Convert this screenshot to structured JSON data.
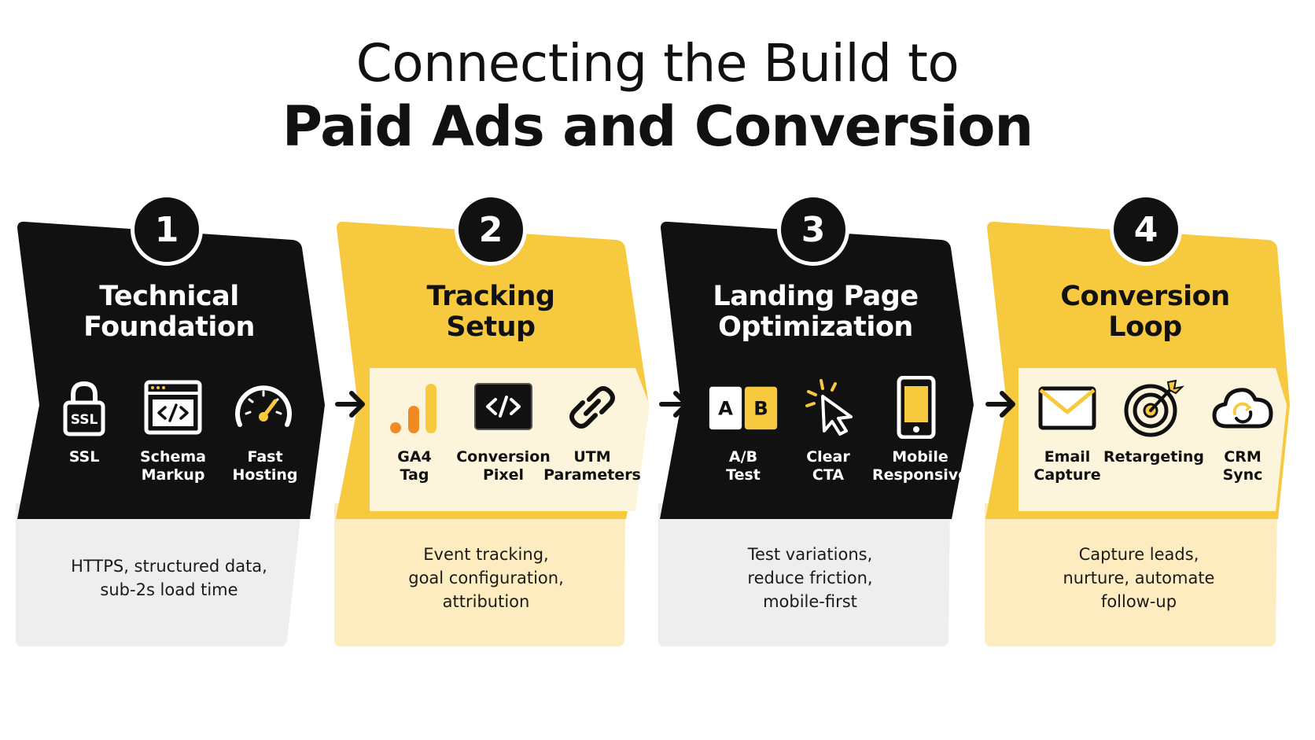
{
  "title": {
    "line1": "Connecting the Build to",
    "line2": "Paid Ads and Conversion"
  },
  "colors": {
    "dark": "#111111",
    "yellow": "#f7c93e",
    "cream": "#fdf4dc",
    "grey_panel": "#eeeeee",
    "yellow_panel": "#fcecc0"
  },
  "steps": [
    {
      "number": "1",
      "theme": "dark",
      "title_lines": [
        "Technical",
        "Foundation"
      ],
      "items": [
        {
          "icon": "ssl-lock-icon",
          "label_lines": [
            "SSL"
          ],
          "icon_text": "SSL"
        },
        {
          "icon": "code-window-icon",
          "label_lines": [
            "Schema",
            "Markup"
          ]
        },
        {
          "icon": "speedometer-icon",
          "label_lines": [
            "Fast",
            "Hosting"
          ]
        }
      ],
      "description_lines": [
        "HTTPS, structured data,",
        "sub-2s load time"
      ]
    },
    {
      "number": "2",
      "theme": "light",
      "title_lines": [
        "Tracking",
        "Setup"
      ],
      "items": [
        {
          "icon": "ga4-bars-icon",
          "label_lines": [
            "GA4",
            "Tag"
          ]
        },
        {
          "icon": "code-screen-icon",
          "label_lines": [
            "Conversion",
            "Pixel"
          ]
        },
        {
          "icon": "link-icon",
          "label_lines": [
            "UTM",
            "Parameters"
          ]
        }
      ],
      "description_lines": [
        "Event tracking,",
        "goal configuration,",
        "attribution"
      ]
    },
    {
      "number": "3",
      "theme": "dark",
      "title_lines": [
        "Landing Page",
        "Optimization"
      ],
      "items": [
        {
          "icon": "ab-test-icon",
          "label_lines": [
            "A/B",
            "Test"
          ],
          "icon_text_a": "A",
          "icon_text_b": "B"
        },
        {
          "icon": "click-cursor-icon",
          "label_lines": [
            "Clear",
            "CTA"
          ]
        },
        {
          "icon": "mobile-phone-icon",
          "label_lines": [
            "Mobile",
            "Responsive"
          ]
        }
      ],
      "description_lines": [
        "Test variations,",
        "reduce friction,",
        "mobile-first"
      ]
    },
    {
      "number": "4",
      "theme": "light",
      "title_lines": [
        "Conversion",
        "Loop"
      ],
      "items": [
        {
          "icon": "email-envelope-icon",
          "label_lines": [
            "Email",
            "Capture"
          ]
        },
        {
          "icon": "target-icon",
          "label_lines": [
            "Retargeting"
          ]
        },
        {
          "icon": "cloud-sync-icon",
          "label_lines": [
            "CRM",
            "Sync"
          ]
        }
      ],
      "description_lines": [
        "Capture leads,",
        "nurture, automate",
        "follow-up"
      ]
    }
  ],
  "connectors": [
    "arrow-right-icon",
    "arrow-right-icon",
    "arrow-right-icon"
  ]
}
